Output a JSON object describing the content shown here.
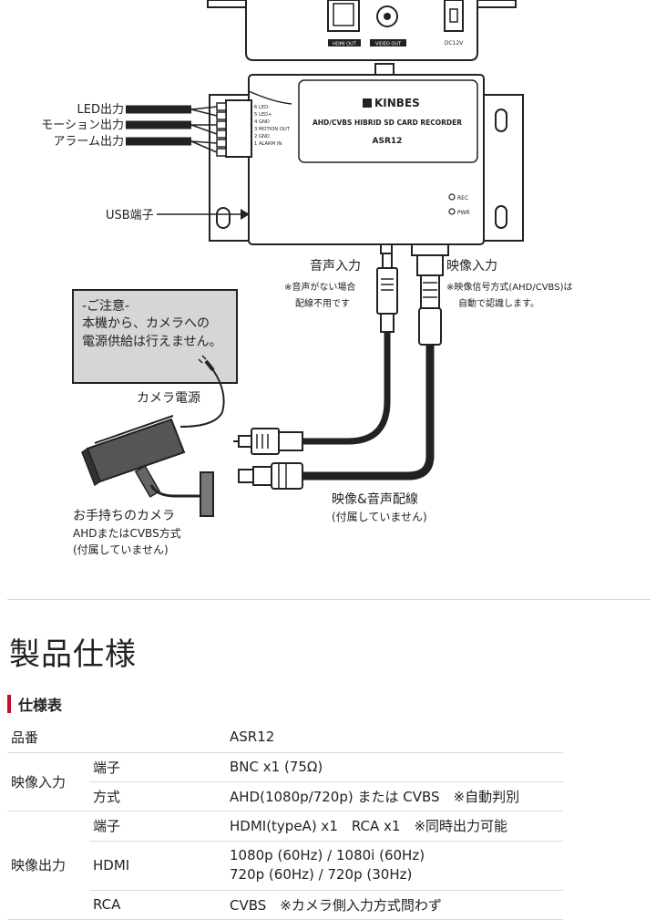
{
  "diagram": {
    "device": {
      "brand": "KINBES",
      "model_desc": "AHD/CVBS HIBRID SD CARD RECORDER",
      "model": "ASR12",
      "terminal_pins": [
        "6 LED-",
        "5 LED+",
        "4 GND",
        "3 MOTION OUT",
        "2 GND",
        "1 ALARM IN"
      ],
      "indicators": [
        "REC",
        "PWR"
      ]
    },
    "top_ports": [
      "HDMI OUT",
      "VIDEO OUT",
      "DC12V"
    ],
    "labels": {
      "led_out": "LED出力",
      "motion_out": "モーション出力",
      "alarm_out": "アラーム出力",
      "usb": "USB端子",
      "audio_in": "音声入力",
      "audio_note1": "※音声がない場合",
      "audio_note2": "配線不用です",
      "video_in": "映像入力",
      "video_note1": "※映像信号方式(AHD/CVBS)は",
      "video_note2": "自動で認識します。",
      "camera_power": "カメラ電源",
      "cable1": "映像&音声配線",
      "cable2": "(付属していません)",
      "camera1": "お手持ちのカメラ",
      "camera2": "AHDまたはCVBS方式",
      "camera3": "(付属していません)"
    },
    "notice": {
      "line1": "-ご注意-",
      "line2": "本機から、カメラへの",
      "line3": "電源供給は行えません。"
    }
  },
  "page_title": "製品仕様",
  "section_title": "仕様表",
  "accent_color": "#c0102a",
  "spec": {
    "model_label": "品番",
    "model_value": "ASR12",
    "video_in_label": "映像入力",
    "video_in_terminal_label": "端子",
    "video_in_terminal_value": "BNC x1 (75Ω)",
    "video_in_method_label": "方式",
    "video_in_method_value": "AHD(1080p/720p) または CVBS　※自動判別",
    "video_out_label": "映像出力",
    "video_out_terminal_label": "端子",
    "video_out_terminal_value": "HDMI(typeA) x1　RCA x1　※同時出力可能",
    "video_out_hdmi_label": "HDMI",
    "video_out_hdmi_line1": "1080p (60Hz) / 1080i (60Hz)",
    "video_out_hdmi_line2": "720p (60Hz) / 720p (30Hz)",
    "video_out_rca_label": "RCA",
    "video_out_rca_value": "CVBS　※カメラ側入力方式問わず"
  }
}
